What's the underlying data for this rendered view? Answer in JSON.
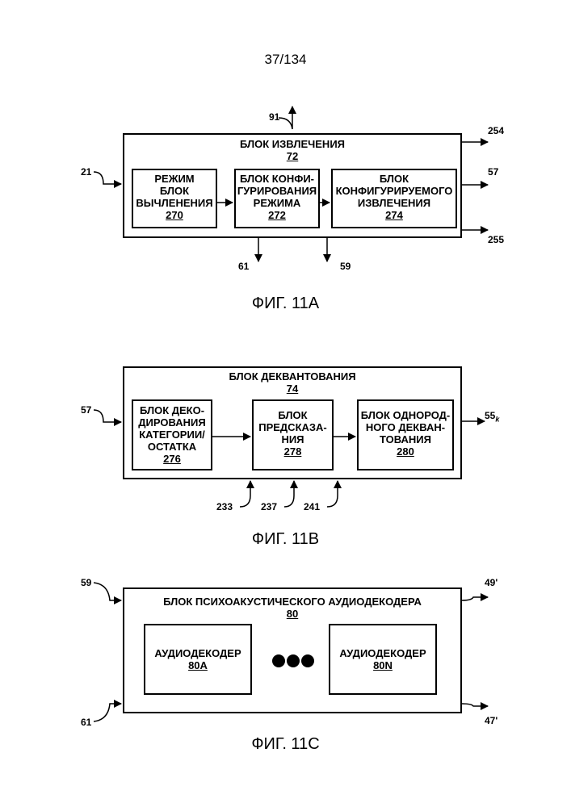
{
  "page_number": "37/134",
  "fig_11a": {
    "caption": "ФИГ. 11А",
    "outer": {
      "line1": "БЛОК ИЗВЛЕЧЕНИЯ",
      "id": "72"
    },
    "blocks": [
      {
        "line1": "РЕЖИМ",
        "line2": "БЛОК",
        "line3": "ВЫЧЛЕНЕНИЯ",
        "id": "270"
      },
      {
        "line1": "БЛОК КОНФИ-",
        "line2": "ГУРИРОВАНИЯ",
        "line3": "РЕЖИМА",
        "id": "272"
      },
      {
        "line1": "БЛОК",
        "line2": "КОНФИГУРИРУЕМОГО",
        "line3": "ИЗВЛЕЧЕНИЯ",
        "id": "274"
      }
    ],
    "refs": {
      "r91": "91",
      "r21": "21",
      "r254": "254",
      "r57": "57",
      "r255": "255",
      "r61": "61",
      "r59": "59"
    }
  },
  "fig_11b": {
    "caption": "ФИГ. 11B",
    "outer": {
      "line1": "БЛОК ДЕКВАНТОВАНИЯ",
      "id": "74"
    },
    "blocks": [
      {
        "line1": "БЛОК ДЕКО-",
        "line2": "ДИРОВАНИЯ",
        "line3": "КАТЕГОРИИ/",
        "line4": "ОСТАТКА",
        "id": "276"
      },
      {
        "line1": "БЛОК",
        "line2": "ПРЕДСКАЗА-",
        "line3": "НИЯ",
        "id": "278"
      },
      {
        "line1": "БЛОК ОДНОРОД-",
        "line2": "НОГО ДЕКВАН-",
        "line3": "ТОВАНИЯ",
        "id": "280"
      }
    ],
    "refs": {
      "r57": "57",
      "r55": "55",
      "r55_sub": "k",
      "r233": "233",
      "r237": "237",
      "r241": "241"
    }
  },
  "fig_11c": {
    "caption": "ФИГ. 11C",
    "outer": {
      "line1": "БЛОК ПСИХОАКУСТИЧЕСКОГО АУДИОДЕКОДЕРА",
      "id": "80"
    },
    "blocks": [
      {
        "line1": "АУДИОДЕКОДЕР",
        "id": "80A"
      },
      {
        "line1": "АУДИОДЕКОДЕР",
        "id": "80N"
      }
    ],
    "refs": {
      "r59": "59",
      "r61": "61",
      "r49": "49'",
      "r47": "47'"
    }
  }
}
